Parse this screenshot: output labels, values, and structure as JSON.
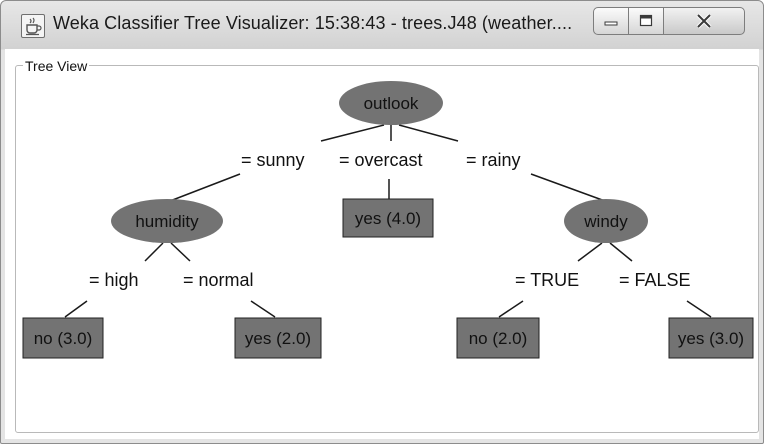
{
  "window": {
    "title": "Weka Classifier Tree Visualizer: 15:38:43 - trees.J48 (weather....",
    "app_icon": "java-cup-icon",
    "controls": {
      "minimize_icon": "minimize-icon",
      "maximize_icon": "maximize-icon",
      "close_icon": "close-icon"
    }
  },
  "panel": {
    "legend": "Tree View"
  },
  "tree": {
    "node_color": "#737373",
    "nodes": {
      "outlook": "outlook",
      "humidity": "humidity",
      "windy": "windy",
      "leaf_overcast": "yes (4.0)",
      "leaf_high": "no (3.0)",
      "leaf_normal": "yes (2.0)",
      "leaf_true": "no (2.0)",
      "leaf_false": "yes (3.0)"
    },
    "edges": {
      "sunny": "= sunny",
      "overcast": "= overcast",
      "rainy": "= rainy",
      "high": "= high",
      "normal": "= normal",
      "true": "= TRUE",
      "false": "= FALSE"
    }
  }
}
